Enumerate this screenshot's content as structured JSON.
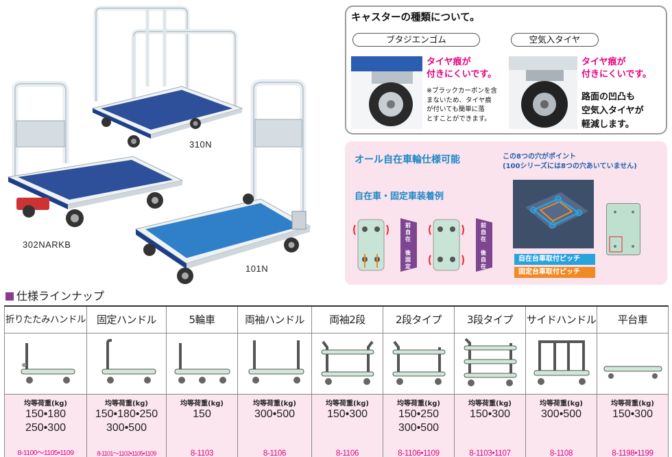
{
  "products": {
    "model_310n": "310N",
    "model_302narkb": "302NARKB",
    "model_101n": "101N"
  },
  "caster": {
    "title": "キャスターの種類について。",
    "left": {
      "name": "ブタジエンゴム",
      "point_line1": "タイヤ痕が",
      "point_line2": "付きにくいです。",
      "note_lines": [
        "※ブラックカーボンを含",
        "まないため、タイヤ痕",
        "が付いても簡単に落",
        "とすことができます。"
      ]
    },
    "right": {
      "name": "空気入タイヤ",
      "point_line1": "タイヤ痕が",
      "point_line2": "付きにくいです。",
      "desc_lines": [
        "路面の凹凸も",
        "空気入タイヤが",
        "軽減します。"
      ]
    }
  },
  "swivel": {
    "title": "オール自在車輪仕様可能",
    "subtitle": "自在車・固定車装着例",
    "point_line1": "この8つの穴がポイント",
    "point_line2": "(100シリーズには8つの穴あいていません)",
    "example1": {
      "front": "前自在",
      "rear": "後固定"
    },
    "example2": {
      "front": "前自在",
      "rear": "後自在"
    },
    "pitch_swivel": "自在台車取付ピッチ",
    "pitch_fixed": "固定台車取付ピッチ",
    "colors": {
      "swivel_pitch": "#2aa3dc",
      "fixed_pitch": "#f08a24"
    }
  },
  "lineup": {
    "title": "仕様ラインナップ",
    "load_label": "均等荷重(kg)",
    "items": [
      {
        "name": "折りたたみハンドル",
        "icon": "folding-handle-cart-icon",
        "load": "150•180\n250•300",
        "code": "8-1100〜1105•1109"
      },
      {
        "name": "固定ハンドル",
        "icon": "fixed-handle-cart-icon",
        "load": "150•180•250\n300•500",
        "code": "8-1101〜1102•1105•1109"
      },
      {
        "name": "5輪車",
        "icon": "five-wheel-cart-icon",
        "load": "150",
        "code": "8-1103"
      },
      {
        "name": "両袖ハンドル",
        "icon": "double-handle-cart-icon",
        "load": "300•500",
        "code": "8-1106"
      },
      {
        "name": "両袖2段",
        "icon": "double-handle-two-tier-cart-icon",
        "load": "150•300",
        "code": "8-1106"
      },
      {
        "name": "2段タイプ",
        "icon": "two-tier-cart-icon",
        "load": "150•250\n300•500",
        "code": "8-1106•1109"
      },
      {
        "name": "3段タイプ",
        "icon": "three-tier-cart-icon",
        "load": "150•300",
        "code": "8-1103•1107"
      },
      {
        "name": "サイドハンドル",
        "icon": "side-handle-cart-icon",
        "load": "300•500",
        "code": "8-1108"
      },
      {
        "name": "平台車",
        "icon": "flat-cart-icon",
        "load": "150•300",
        "code": "8-1198•1199"
      }
    ]
  }
}
